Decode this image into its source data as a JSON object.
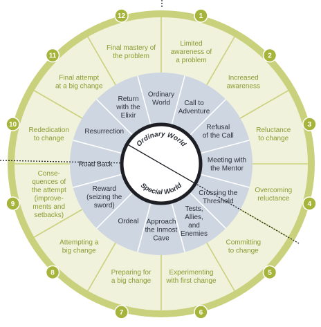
{
  "diagram": {
    "hub": {
      "top_label": "Ordinary World",
      "bottom_label": "Special World"
    },
    "outer_ring": [
      {
        "number": "1",
        "lines": [
          "Limited",
          "awareness of",
          "a problem"
        ]
      },
      {
        "number": "2",
        "lines": [
          "Increased",
          "awareness"
        ]
      },
      {
        "number": "3",
        "lines": [
          "Reluctance",
          "to change"
        ]
      },
      {
        "number": "4",
        "lines": [
          "Overcoming",
          "reluctance"
        ]
      },
      {
        "number": "5",
        "lines": [
          "Committing",
          "to change"
        ]
      },
      {
        "number": "6",
        "lines": [
          "Experimenting",
          "with first change"
        ]
      },
      {
        "number": "7",
        "lines": [
          "Preparing for",
          "a big change"
        ]
      },
      {
        "number": "8",
        "lines": [
          "Attempting a",
          "big change"
        ]
      },
      {
        "number": "9",
        "lines": [
          "Conse-",
          "quences of",
          "the attempt",
          "(improve-",
          "ments and",
          "setbacks)"
        ]
      },
      {
        "number": "10",
        "lines": [
          "Rededication",
          "to change"
        ]
      },
      {
        "number": "11",
        "lines": [
          "Final attempt",
          "at a big change"
        ]
      },
      {
        "number": "12",
        "lines": [
          "Final mastery of",
          "the problem"
        ]
      }
    ],
    "inner_ring": [
      {
        "lines": [
          "Ordinary",
          "World"
        ]
      },
      {
        "lines": [
          "Call to",
          "Adventure"
        ]
      },
      {
        "lines": [
          "Refusal",
          "of the Call"
        ]
      },
      {
        "lines": [
          "Meeting with",
          "the Mentor"
        ]
      },
      {
        "lines": [
          "Crossing the",
          "Threshold"
        ]
      },
      {
        "lines": [
          "Tests,",
          "Allies,",
          "and",
          "Enemies"
        ]
      },
      {
        "lines": [
          "Approach",
          "the Inmost",
          "Cave"
        ]
      },
      {
        "lines": [
          "Ordeal"
        ]
      },
      {
        "lines": [
          "Reward",
          "(seizing the",
          "sword)"
        ]
      },
      {
        "lines": [
          "Road Back"
        ]
      },
      {
        "lines": [
          "Resurrection"
        ]
      },
      {
        "lines": [
          "Return",
          "with the",
          "Elixir"
        ]
      }
    ],
    "colors": {
      "outer_ring": "#f1f2dc",
      "rim": "#c9d17c",
      "number_badge": "#a6b43c",
      "outer_text": "#8a9a2e",
      "inner_ring": "#cdd6e1",
      "inner_text": "#2b3038",
      "hub_fill": "#ffffff",
      "hub_stroke": "#1d1f24",
      "divider": "#ffffff",
      "guide_line": "#1d1f24"
    }
  }
}
